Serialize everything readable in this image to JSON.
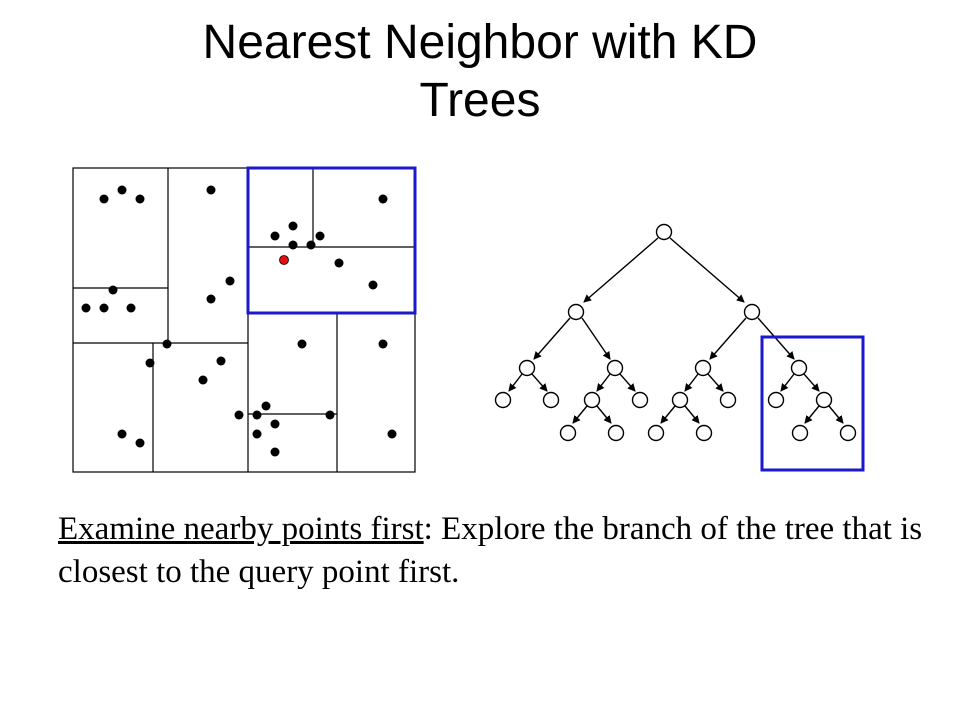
{
  "slide": {
    "title_line1": "Nearest Neighbor with KD",
    "title_line2": "Trees",
    "caption_emphasis": "Examine nearby points first",
    "caption_rest": ": Explore the branch of the tree that is closest to the query point first."
  },
  "colors": {
    "highlight": "#1a1acc",
    "query_point": "#e01010",
    "ink": "#000000"
  }
}
